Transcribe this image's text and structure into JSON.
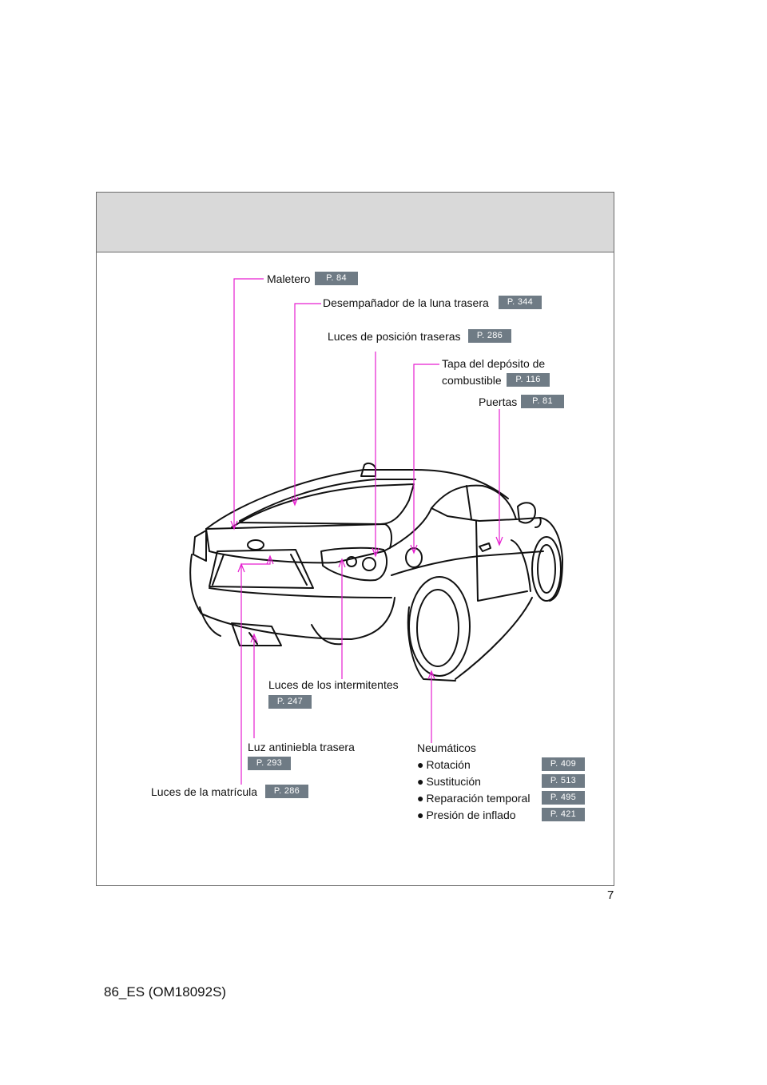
{
  "page": {
    "number": "7",
    "doc_code": "86_ES (OM18092S)"
  },
  "colors": {
    "leader_line": "#e61fd0",
    "page_ref_bg": "#6f7b85",
    "header_band": "#d9d9d9"
  },
  "labels": {
    "maletero": {
      "text": "Maletero",
      "ref": "P. 84"
    },
    "desempanador": {
      "text": "Desempañador de la luna trasera",
      "ref": "P. 344"
    },
    "luces_posicion": {
      "text": "Luces de posición traseras",
      "ref": "P. 286"
    },
    "tapa_deposito": {
      "line1": "Tapa del depósito de",
      "line2": "combustible",
      "ref": "P. 116"
    },
    "puertas": {
      "text": "Puertas",
      "ref": "P. 81"
    },
    "intermitentes": {
      "text": "Luces de los intermitentes",
      "ref": "P. 247"
    },
    "antiniebla": {
      "text": "Luz antiniebla trasera",
      "ref": "P. 293"
    },
    "matricula": {
      "text": "Luces de la matrícula",
      "ref": "P. 286"
    },
    "neumaticos": {
      "title": "Neumáticos",
      "items": [
        {
          "text": "Rotación",
          "ref": "P. 409"
        },
        {
          "text": "Sustitución",
          "ref": "P. 513"
        },
        {
          "text": "Reparación temporal",
          "ref": "P. 495"
        },
        {
          "text": "Presión de inflado",
          "ref": "P. 421"
        }
      ]
    }
  }
}
